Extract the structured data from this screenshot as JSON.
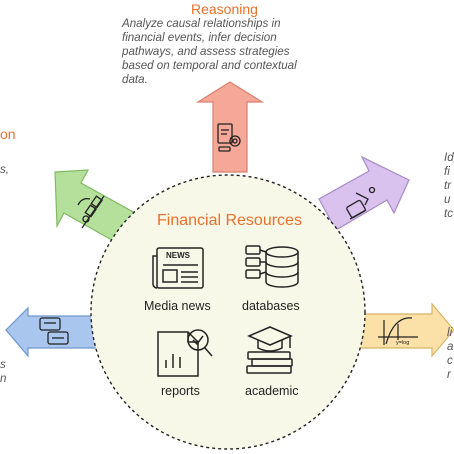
{
  "diagram": {
    "center": {
      "title": "Financial Resources",
      "resources": [
        {
          "label": "Media news",
          "icon": "newspaper-icon",
          "icon_text": "NEWS"
        },
        {
          "label": "databases",
          "icon": "database-icon"
        },
        {
          "label": "reports",
          "icon": "report-chart-icon"
        },
        {
          "label": "academic",
          "icon": "graduation-books-icon"
        }
      ]
    },
    "top": {
      "heading": "Reasoning",
      "description": "Analyze causal relationships in\nfinancial events, infer decision\npathways, and assess strategies\nbased on temporal and contextual\ndata."
    },
    "upper_left": {
      "heading_fragment": "on",
      "description_fragment": "s,"
    },
    "upper_right": {
      "heading_fragment": "Id",
      "description_fragment": "Id\nfi\ntr\nu\ntc"
    },
    "lower_left": {
      "description_fragment": "s\nn"
    },
    "lower_right": {
      "description_fragment": "li\na\nc\nr",
      "icon_text": "y=log"
    },
    "colors": {
      "accent": "#e8702a",
      "reasoning_arrow": "#f5a898",
      "green_arrow": "#b5e09b",
      "purple_arrow": "#d9c2ee",
      "blue_arrow": "#a9c6ee",
      "yellow_arrow": "#fbe1a8",
      "circle_fill": "#f8f8e8"
    }
  }
}
